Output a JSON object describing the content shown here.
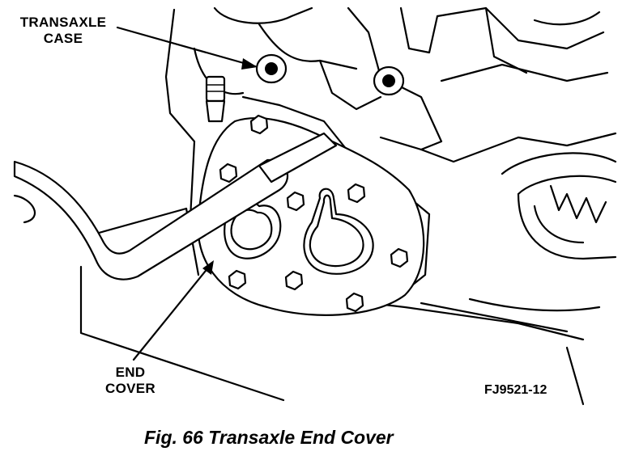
{
  "labels": {
    "case_line1": "TRANSAXLE",
    "case_line2": "CASE",
    "cover_line1": "END",
    "cover_line2": "COVER",
    "figure_code": "FJ9521-12"
  },
  "caption": "Fig. 66 Transaxle End Cover"
}
